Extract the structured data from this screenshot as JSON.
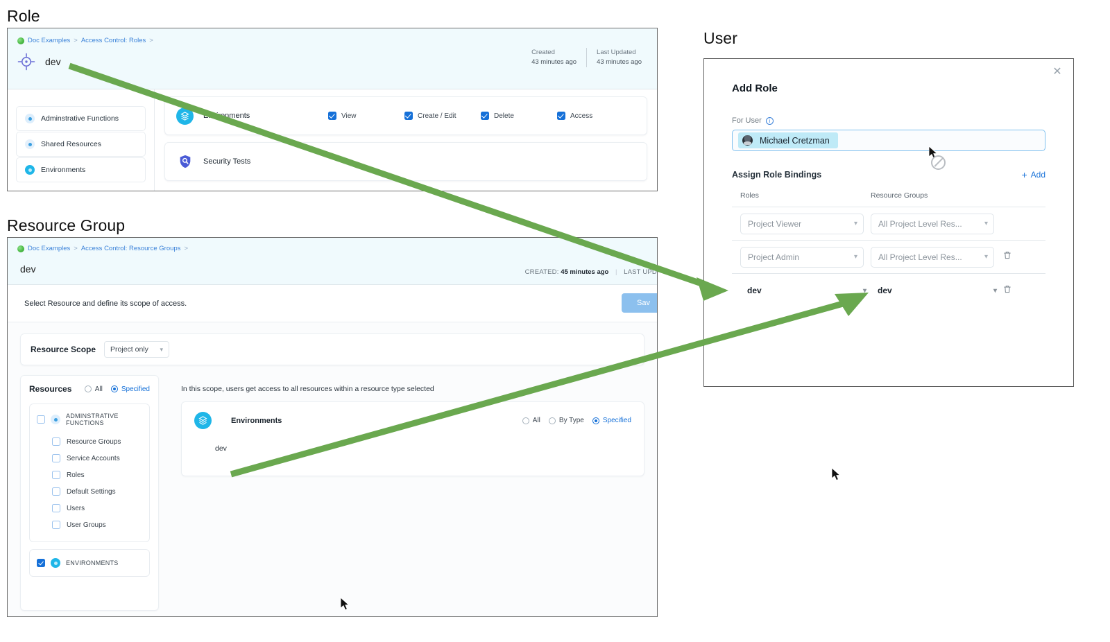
{
  "sections": {
    "role_caption": "Role",
    "resource_group_caption": "Resource Group",
    "user_caption": "User"
  },
  "role_panel": {
    "breadcrumb": {
      "project": "Doc Examples",
      "section": "Access Control: Roles",
      "trailing_sep": ">"
    },
    "name": "dev",
    "meta": {
      "created_label": "Created",
      "created_value": "43 minutes ago",
      "updated_label": "Last Updated",
      "updated_value": "43 minutes ago"
    },
    "sidebar": [
      {
        "label": "Adminstrative Functions",
        "icon": "pale-dot-icon"
      },
      {
        "label": "Shared Resources",
        "icon": "pale-dot-icon"
      },
      {
        "label": "Environments",
        "icon": "cyan-dot-icon"
      }
    ],
    "permission_rows": [
      {
        "label": "Environments",
        "icon": "environments-icon",
        "checks": [
          {
            "label": "View",
            "checked": true
          },
          {
            "label": "Create / Edit",
            "checked": true
          },
          {
            "label": "Delete",
            "checked": true
          },
          {
            "label": "Access",
            "checked": true
          }
        ]
      },
      {
        "label": "Security Tests",
        "icon": "shield-search-icon",
        "checks": []
      }
    ]
  },
  "resource_group_panel": {
    "breadcrumb": {
      "project": "Doc Examples",
      "section": "Access Control: Resource Groups",
      "trailing_sep": ">"
    },
    "name": "dev",
    "meta": {
      "created_label": "CREATED:",
      "created_value": "45 minutes ago",
      "updated_label": "LAST UPD"
    },
    "subtitle": "Select Resource and define its scope of access.",
    "save_label": "Sav",
    "resource_scope": {
      "label": "Resource Scope",
      "value": "Project only"
    },
    "resources": {
      "title": "Resources",
      "options": [
        {
          "label": "All",
          "selected": false
        },
        {
          "label": "Specified",
          "selected": true
        }
      ],
      "groups": [
        {
          "name": "ADMINSTRATIVE FUNCTIONS",
          "checked": false,
          "icon": "pale-dot-icon",
          "items": [
            {
              "label": "Resource Groups",
              "checked": false
            },
            {
              "label": "Service Accounts",
              "checked": false
            },
            {
              "label": "Roles",
              "checked": false
            },
            {
              "label": "Default Settings",
              "checked": false
            },
            {
              "label": "Users",
              "checked": false
            },
            {
              "label": "User Groups",
              "checked": false
            }
          ]
        },
        {
          "name": "ENVIRONMENTS",
          "checked": true,
          "icon": "cyan-dot-icon",
          "items": []
        }
      ]
    },
    "scope_note": "In this scope, users get access to all resources within a resource type selected",
    "env_card": {
      "title": "Environments",
      "icon": "environments-icon",
      "options": [
        {
          "label": "All",
          "selected": false
        },
        {
          "label": "By Type",
          "selected": false
        },
        {
          "label": "Specified",
          "selected": true
        }
      ],
      "value": "dev"
    }
  },
  "add_role_dialog": {
    "title": "Add Role",
    "close_icon": "close-icon",
    "for_user_label": "For User",
    "info_icon": "info-icon",
    "user_chip": {
      "name": "Michael Cretzman",
      "avatar": "avatar-icon"
    },
    "bindings_title": "Assign Role Bindings",
    "add_label": "Add",
    "add_icon": "plus-icon",
    "columns": {
      "roles": "Roles",
      "resource_groups": "Resource Groups"
    },
    "rows": [
      {
        "role": "Project Viewer",
        "resource_group": "All Project Level Res...",
        "deletable": false,
        "plain": false
      },
      {
        "role": "Project Admin",
        "resource_group": "All Project Level Res...",
        "deletable": true,
        "plain": false
      },
      {
        "role": "dev",
        "resource_group": "dev",
        "deletable": true,
        "plain": true
      }
    ]
  },
  "annotations": {
    "arrow_color": "#6aa84f",
    "arrows": [
      {
        "name": "role-to-binding-role",
        "from": "role-name",
        "to": "binding-row-3-role"
      },
      {
        "name": "resource-group-to-binding-rg",
        "from": "env-dev-value",
        "to": "binding-row-3-resource-group"
      }
    ]
  },
  "cursors": [
    {
      "name": "dialog-cursor",
      "state": "no-drop"
    },
    {
      "name": "resource-group-cursor",
      "state": "default"
    },
    {
      "name": "user-area-cursor",
      "state": "default"
    }
  ]
}
